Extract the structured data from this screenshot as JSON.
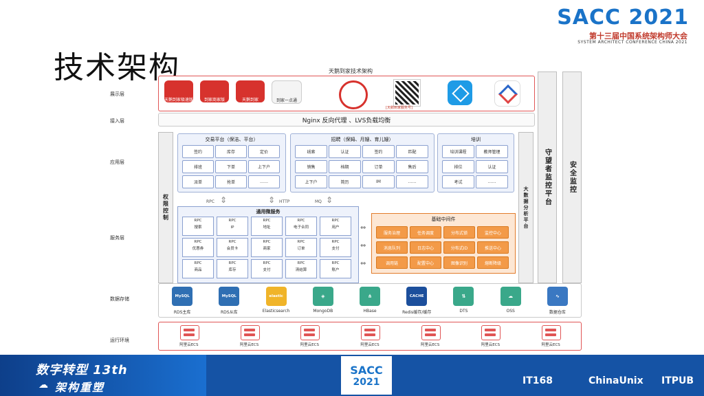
{
  "header": {
    "page_title": "技术架构",
    "logo": {
      "brand": "SACC 2021",
      "line1": "第十三届中国系统架构师大会",
      "line2": "SYSTEM ARCHITECT CONFERENCE CHINA 2021"
    }
  },
  "diagram": {
    "title": "天鹅到家技术架构",
    "rows": {
      "display": "展示层",
      "access": "接入层",
      "application": "应用层",
      "service": "服务层",
      "storage": "数据存储",
      "runtime": "运行环境"
    },
    "display_apps": [
      "天鹅到家极速版",
      "到家商家版",
      "天鹅到家",
      "到家一点通"
    ],
    "display_qr_caption": "[天鹅到家服务号]",
    "access_text": "Nginx 反向代理 、LVS负载均衡",
    "side_bars": {
      "permission": "权限控制",
      "bigdata": "大数据分析平台",
      "watcher": "守望者监控平台",
      "security": "安全监控"
    },
    "app_groups": [
      {
        "title": "交易平台（保洁、平台）",
        "cells": [
          "签约",
          "库存",
          "定价",
          "排班",
          "下单",
          "上下户",
          "派单",
          "抢单",
          "……"
        ]
      },
      {
        "title": "招聘（保姆、月嫂、育儿嫂）",
        "cells": [
          "线索",
          "认证",
          "签约",
          "匹配",
          "销售",
          "档期",
          "订单",
          "售后",
          "上下户",
          "简历",
          "IM",
          "……"
        ]
      },
      {
        "title": "培训",
        "cells": [
          "培训课程",
          "教师管理",
          "排位",
          "认证",
          "考试",
          "……"
        ]
      }
    ],
    "protocols": [
      "RPC",
      "HTTP",
      "MQ"
    ],
    "microservices": {
      "title": "通用微服务",
      "rpc_label": "RPC",
      "items": [
        "搜索",
        "IP",
        "地址",
        "电子合同",
        "用户",
        "优惠券",
        "会员卡",
        "商家",
        "订单",
        "支付",
        "商品",
        "库存",
        "支付",
        "清结算",
        "账户"
      ]
    },
    "middleware": {
      "title": "基础中间件",
      "items": [
        "服务治理",
        "任务调度",
        "分布式锁",
        "监控中心",
        "消息队列",
        "日志中心",
        "分布式ID",
        "推送中心",
        "调用链",
        "配置中心",
        "图像识别",
        "熔断降级"
      ]
    },
    "storage": [
      {
        "label": "RDS主库",
        "icon": "mysql-icon",
        "glyph": "MySQL",
        "color": "#2f6fb3"
      },
      {
        "label": "RDS从库",
        "icon": "mysql-icon",
        "glyph": "MySQL",
        "color": "#2f6fb3"
      },
      {
        "label": "Elasticsearch",
        "icon": "elastic-icon",
        "glyph": "elastic",
        "color": "#f0b429"
      },
      {
        "label": "MongoDB",
        "icon": "mongodb-icon",
        "glyph": "◈",
        "color": "#3aa88a"
      },
      {
        "label": "HBase",
        "icon": "hbase-icon",
        "glyph": "⋔",
        "color": "#3aa88a"
      },
      {
        "label": "Redis缓存/缓存",
        "icon": "cache-icon",
        "glyph": "CACHE",
        "color": "#1c4f9c"
      },
      {
        "label": "DTS",
        "icon": "dts-icon",
        "glyph": "⇅",
        "color": "#3aa88a"
      },
      {
        "label": "OSS",
        "icon": "oss-icon",
        "glyph": "☁",
        "color": "#3aa88a"
      },
      {
        "label": "数据仓库",
        "icon": "datawarehouse-icon",
        "glyph": "∿",
        "color": "#3a78c2"
      }
    ],
    "runtime_label": "阿里云ECS",
    "runtime_count": 7
  },
  "footer": {
    "slogan1": "数字转型 13th",
    "slogan2": "架构重塑",
    "center1": "SACC",
    "center2": "2021",
    "sponsors": [
      "IT168",
      "ChinaUnix",
      "ITPUB"
    ]
  }
}
